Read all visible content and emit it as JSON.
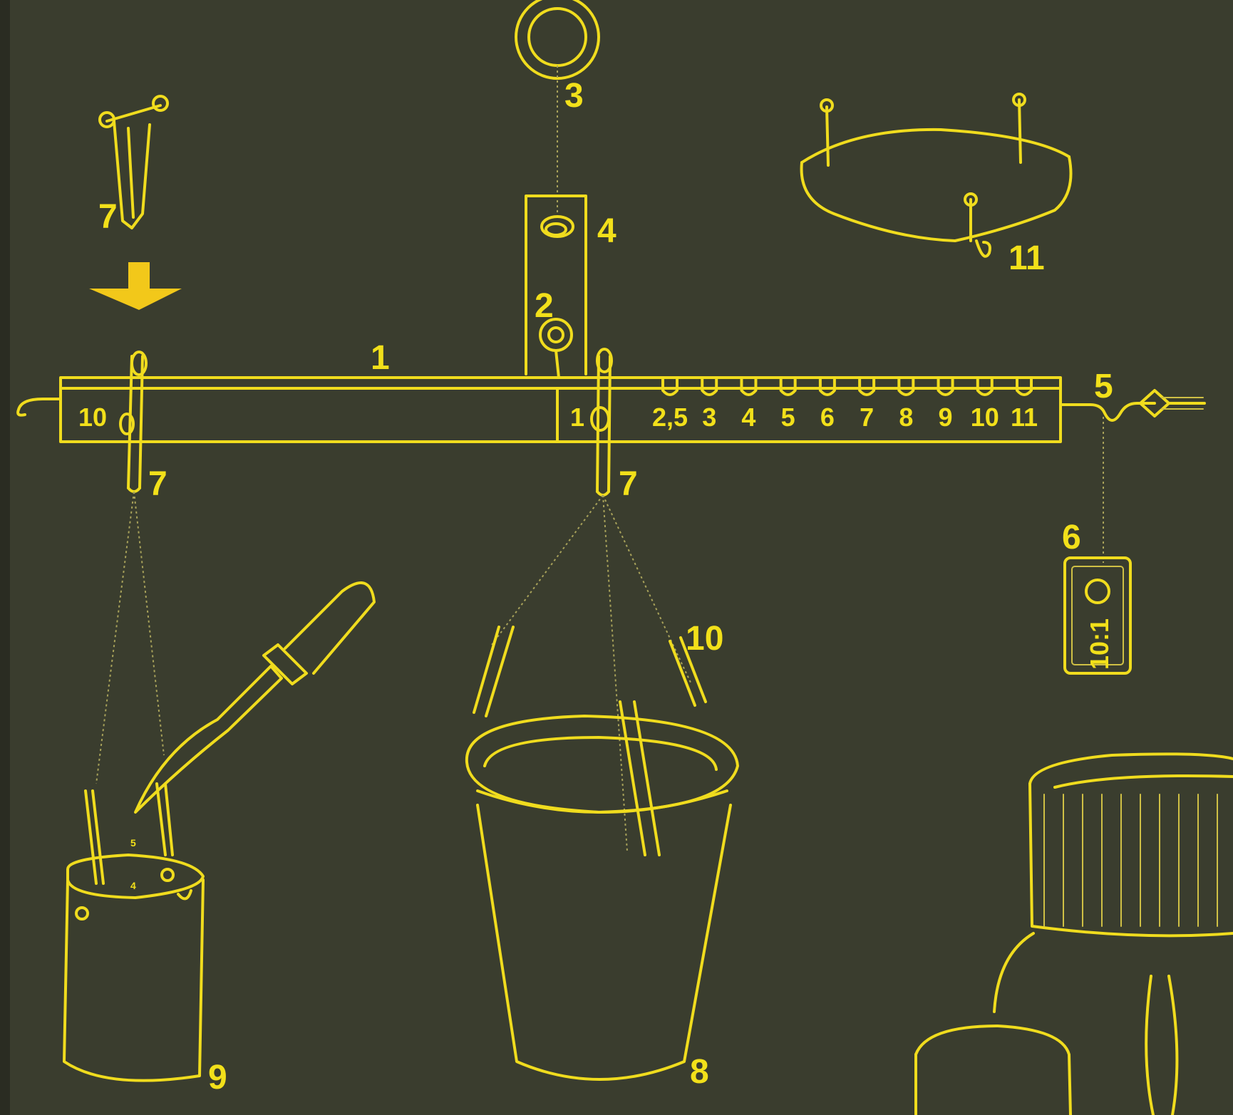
{
  "colors": {
    "background": "#3a3d2e",
    "line": "#f0dc1e",
    "accent": "#f2c81a"
  },
  "labels": {
    "beam": "1",
    "pivot_hook": "2",
    "top_ring": "3",
    "bracket": "4",
    "end_hook": "5",
    "counterweight_label": "6",
    "clip_top": "7",
    "clip_left": "7",
    "clip_center": "7",
    "left_cup": "9",
    "center_cup": "8",
    "clip_right_upper": "10",
    "pan": "11",
    "beam_left_mark": "10",
    "beam_center_mark": "1"
  },
  "scale_marks": [
    "2,5",
    "3",
    "4",
    "5",
    "6",
    "7",
    "8",
    "9",
    "10",
    "11"
  ],
  "counterweight_text": "10:1",
  "cup_marks": [
    "5",
    "4"
  ]
}
